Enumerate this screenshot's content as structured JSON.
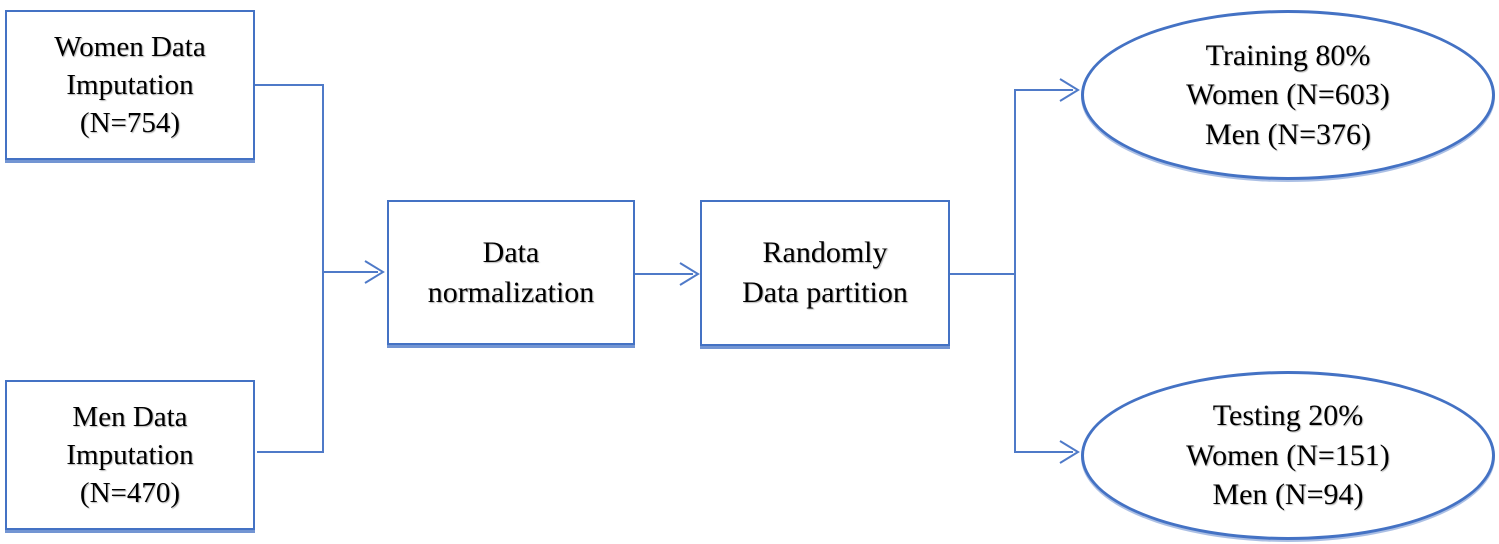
{
  "diagram": {
    "description": "Data preparation and partition flowchart",
    "nodes": {
      "women_imputation": {
        "shape": "rectangle",
        "text": "Women Data\nImputation\n(N=754)"
      },
      "men_imputation": {
        "shape": "rectangle",
        "text": "Men Data\nImputation\n(N=470)"
      },
      "normalization": {
        "shape": "rectangle",
        "text": "Data\nnormalization"
      },
      "partition": {
        "shape": "rectangle",
        "text": "Randomly\nData partition"
      },
      "training": {
        "shape": "ellipse",
        "text": "Training 80%\nWomen (N=603)\nMen (N=376)"
      },
      "testing": {
        "shape": "ellipse",
        "text": "Testing 20%\nWomen (N=151)\nMen (N=94)"
      }
    },
    "edges": [
      {
        "from": "women_imputation",
        "to": "normalization"
      },
      {
        "from": "men_imputation",
        "to": "normalization"
      },
      {
        "from": "normalization",
        "to": "partition"
      },
      {
        "from": "partition",
        "to": "training"
      },
      {
        "from": "partition",
        "to": "testing"
      }
    ],
    "colors": {
      "accent": "#4472C4",
      "connector": "#4f7ac8",
      "text": "#000000",
      "background": "#ffffff"
    }
  }
}
